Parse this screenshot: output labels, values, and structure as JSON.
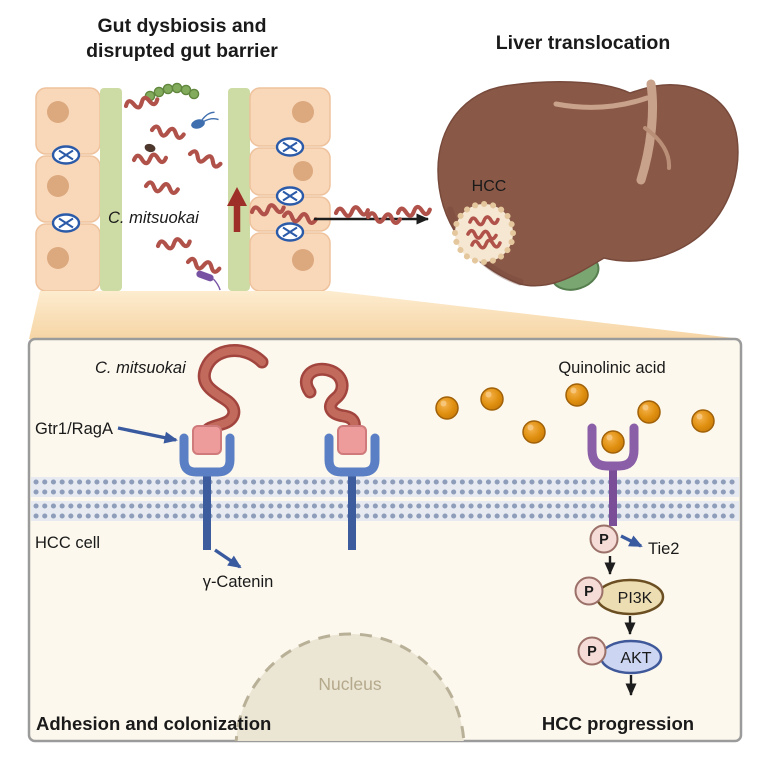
{
  "gut": {
    "title_line1": "Gut dysbiosis and",
    "title_line2": "disrupted gut barrier",
    "bacteria_label": "C. mitsuokai"
  },
  "liver": {
    "title": "Liver translocation",
    "tumor_label": "HCC"
  },
  "mechanism": {
    "bacteria_label": "C. mitsuokai",
    "receptor_label": "Gtr1/RagA",
    "cell_label": "HCC cell",
    "catenin_label": "γ-Catenin",
    "quinolinic_label": "Quinolinic acid",
    "tie2_label": "Tie2",
    "phospho_label": "P",
    "pi3k_label": "PI3K",
    "akt_label": "AKT",
    "nucleus_label": "Nucleus",
    "adhesion_label": "Adhesion and colonization",
    "progression_label": "HCC progression"
  },
  "colors": {
    "bacteria": "#b0524a",
    "liver": "#8a5847",
    "gallbladder": "#7aa671",
    "membrane_dots": "#8d9dba",
    "receptor_blue": "#5b7fc4",
    "receptor_purple": "#8a5fa8",
    "quinolinic_ball": "#df8f0e",
    "arrow_blue": "#3a5aa0",
    "arrow_red": "#9e2f28",
    "panel_bg": "#fcf8ed",
    "epithelial_cell": "#f9d8ba",
    "gut_barrier_green": "#cddca4"
  }
}
